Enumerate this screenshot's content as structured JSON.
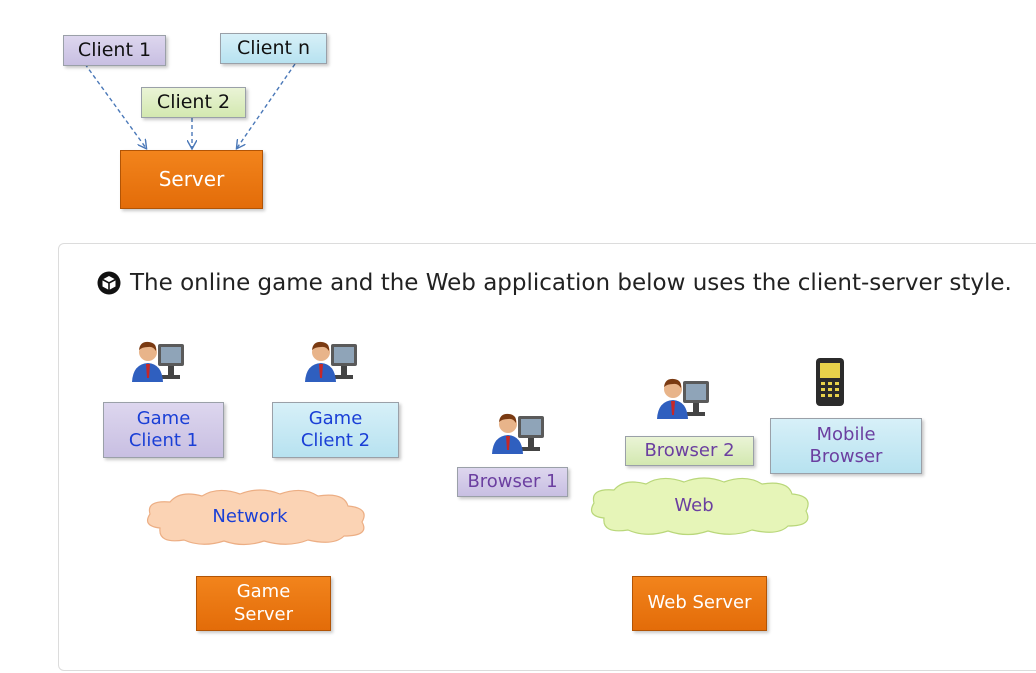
{
  "top_diagram": {
    "client1": "Client 1",
    "client2": "Client 2",
    "clientn": "Client n",
    "server": "Server"
  },
  "panel": {
    "caption": "The online game and the Web application below uses the client-server style.",
    "caption_icon": "cube-icon"
  },
  "game_diagram": {
    "client1_line1": "Game",
    "client1_line2": "Client 1",
    "client2_line1": "Game",
    "client2_line2": "Client 2",
    "network": "Network",
    "server_line1": "Game",
    "server_line2": "Server"
  },
  "web_diagram": {
    "browser1": "Browser 1",
    "browser2": "Browser 2",
    "mobile_line1": "Mobile",
    "mobile_line2": "Browser",
    "web": "Web",
    "server": "Web Server"
  },
  "colors": {
    "lavender": "#c8bfe2",
    "cyan": "#b7e2f0",
    "green": "#d3e8b0",
    "orange": "#e36c09",
    "cloud_peach": "#fbd3b4",
    "cloud_green": "#e6f5b8",
    "arrow": "#4a78b8"
  }
}
